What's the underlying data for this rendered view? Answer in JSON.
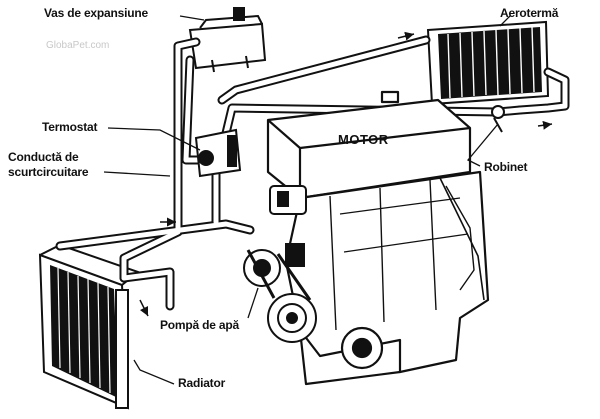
{
  "diagram": {
    "labels": {
      "expansion_tank": "Vas de expansiune",
      "heater_core": "Aerotermă",
      "thermostat": "Termostat",
      "bypass_line_1": "Conductă de",
      "bypass_line_2": "scurtcircuitare",
      "motor": "MOTOR",
      "valve": "Robinet",
      "water_pump": "Pompă de apă",
      "radiator": "Radiator"
    },
    "watermark": "GlobaPet.com",
    "colors": {
      "ink": "#111111",
      "paper": "#ffffff"
    }
  }
}
